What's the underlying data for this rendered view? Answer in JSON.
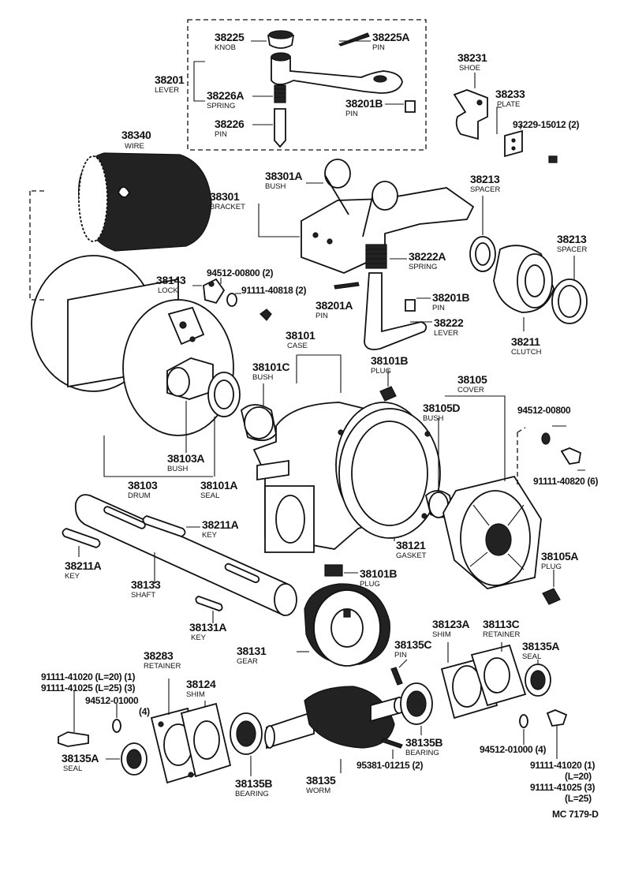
{
  "callouts": {
    "p38225": {
      "num": "38225",
      "name": "KNOB"
    },
    "p38225A": {
      "num": "38225A",
      "name": "PIN"
    },
    "p38201": {
      "num": "38201",
      "name": "LEVER"
    },
    "p38226A": {
      "num": "38226A",
      "name": "SPRING"
    },
    "p38226": {
      "num": "38226",
      "name": "PIN"
    },
    "p38201B_top": {
      "num": "38201B",
      "name": "PIN"
    },
    "p38231": {
      "num": "38231",
      "name": "SHOE"
    },
    "p38233": {
      "num": "38233",
      "name": "PLATE"
    },
    "p93229": {
      "num": "93229-15012 (2)"
    },
    "p38340": {
      "num": "38340",
      "name": "WIRE"
    },
    "p38301A": {
      "num": "38301A",
      "name": "BUSH"
    },
    "p38301": {
      "num": "38301",
      "name": "BRACKET"
    },
    "p38213a": {
      "num": "38213",
      "name": "SPACER"
    },
    "p38213b": {
      "num": "38213",
      "name": "SPACER"
    },
    "p38143": {
      "num": "38143",
      "name": "LOCK"
    },
    "p94512_00800_2": {
      "num": "94512-00800 (2)"
    },
    "p91111_40818": {
      "num": "91111-40818 (2)"
    },
    "p38222A": {
      "num": "38222A",
      "name": "SPRING"
    },
    "p38201A": {
      "num": "38201A",
      "name": "PIN"
    },
    "p38201B_mid": {
      "num": "38201B",
      "name": "PIN"
    },
    "p38222": {
      "num": "38222",
      "name": "LEVER"
    },
    "p38211": {
      "num": "38211",
      "name": "CLUTCH"
    },
    "p38101": {
      "num": "38101",
      "name": "CASE"
    },
    "p38101C": {
      "num": "38101C",
      "name": "BUSH"
    },
    "p38101B_top": {
      "num": "38101B",
      "name": "PLUG"
    },
    "p38105": {
      "num": "38105",
      "name": "COVER"
    },
    "p38105D": {
      "num": "38105D",
      "name": "BUSH"
    },
    "p94512_00800": {
      "num": "94512-00800"
    },
    "p91111_40820": {
      "num": "91111-40820 (6)"
    },
    "p38103A": {
      "num": "38103A",
      "name": "BUSH"
    },
    "p38101A": {
      "num": "38101A",
      "name": "SEAL"
    },
    "p38103": {
      "num": "38103",
      "name": "DRUM"
    },
    "p38211A_r": {
      "num": "38211A",
      "name": "KEY"
    },
    "p38211A_l": {
      "num": "38211A",
      "name": "KEY"
    },
    "p38121": {
      "num": "38121",
      "name": "GASKET"
    },
    "p38105A": {
      "num": "38105A",
      "name": "PLUG"
    },
    "p38133": {
      "num": "38133",
      "name": "SHAFT"
    },
    "p38101B_bot": {
      "num": "38101B",
      "name": "PLUG"
    },
    "p38131A": {
      "num": "38131A",
      "name": "KEY"
    },
    "p38123A": {
      "num": "38123A",
      "name": "SHIM"
    },
    "p38113C": {
      "num": "38113C",
      "name": "RETAINER"
    },
    "p38283": {
      "num": "38283",
      "name": "RETAINER"
    },
    "p38131": {
      "num": "38131",
      "name": "GEAR"
    },
    "p38135C": {
      "num": "38135C",
      "name": "PIN"
    },
    "p38135A_r": {
      "num": "38135A",
      "name": "SEAL"
    },
    "p91111_41020_l": {
      "line1": "91111-41020 (L=20) (1)",
      "line2": "91111-41025 (L=25) (3)"
    },
    "p38124": {
      "num": "38124",
      "name": "SHIM"
    },
    "p94512_01000_l": {
      "num": "94512-01000",
      "qty": "(4)"
    },
    "p38135A_l": {
      "num": "38135A",
      "name": "SEAL"
    },
    "p38135B_r": {
      "num": "38135B",
      "name": "BEARING"
    },
    "p38135B_l": {
      "num": "38135B",
      "name": "BEARING"
    },
    "p38135": {
      "num": "38135",
      "name": "WORM"
    },
    "p95381": {
      "num": "95381-01215 (2)"
    },
    "p94512_01000_r": {
      "num": "94512-01000 (4)"
    },
    "p91111_41020_r": {
      "line1": "91111-41020 (1)",
      "line2": "(L=20)",
      "line3": "91111-41025 (3)",
      "line4": "(L=25)"
    }
  },
  "footer": {
    "code": "MC 7179-D"
  },
  "colors": {
    "ink": "#111111",
    "paper": "#ffffff"
  }
}
